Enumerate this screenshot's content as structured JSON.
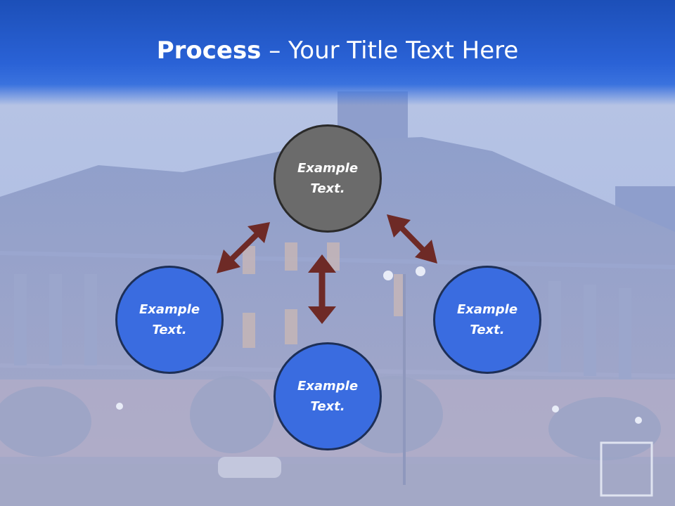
{
  "title": {
    "bold": "Process",
    "rest": " – Your Title Text Here"
  },
  "nodes": {
    "top": "Example Text.",
    "left": "Example Text.",
    "right": "Example Text.",
    "bottom": "Example Text."
  },
  "colors": {
    "header": "#2a62d6",
    "node_blue": "#3a6ce0",
    "node_gray": "#6b6b6b",
    "arrow": "#6e2a26"
  }
}
